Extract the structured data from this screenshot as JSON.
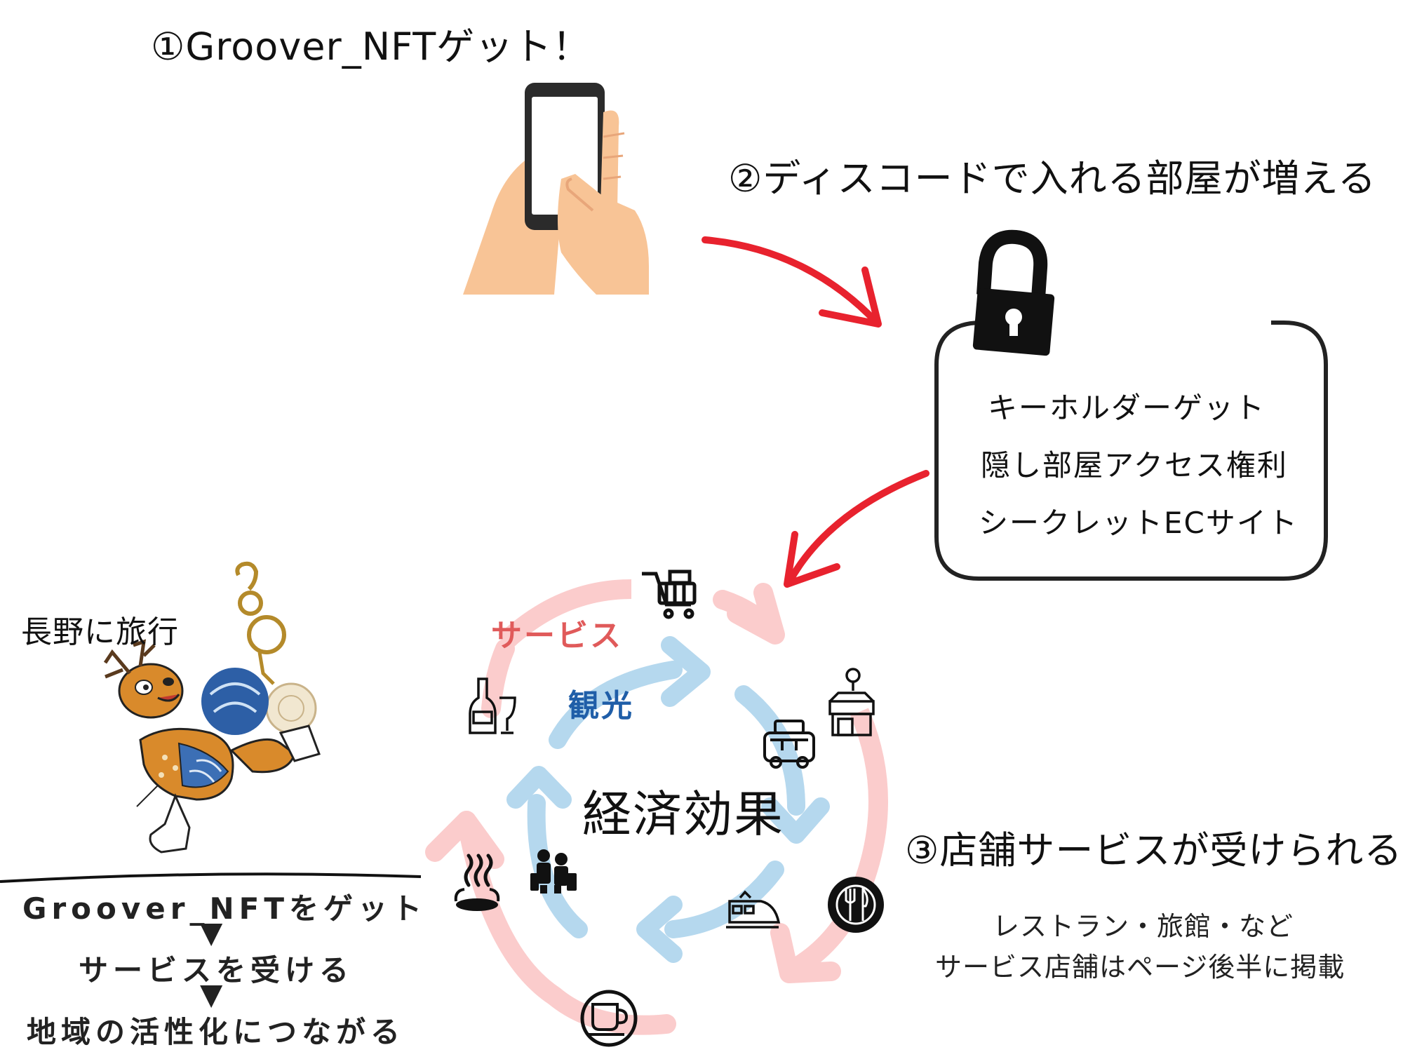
{
  "steps": {
    "step1": "①Groover_NFTゲット！",
    "step2": "②ディスコードで入れる部屋が増える",
    "step3": "③店舗サービスが受けられる"
  },
  "benefits": [
    "キーホルダーゲット",
    "隠し部屋アクセス権利",
    "シークレットECサイト"
  ],
  "travel_label": "長野に旅行",
  "flow": [
    "Groover_NFTをゲット",
    "▼",
    "サービスを受ける",
    "▼",
    "地域の活性化につながる"
  ],
  "cycle": {
    "center": "経済効果",
    "outer_label": "サービス",
    "inner_label": "観光",
    "outer_color": "#fbcccc",
    "inner_color": "#b5d8ee",
    "outer_label_color": "#e05a5a",
    "inner_label_color": "#1f5ea8"
  },
  "store_notes": [
    "レストラン・旅館・など",
    "サービス店舗はページ後半に掲載"
  ],
  "arrow_color": "#e8222e",
  "icons": [
    "smartphone-hands-icon",
    "lock-icon",
    "shopping-cart-icon",
    "wine-icon",
    "shop-icon",
    "camper-van-icon",
    "restaurant-icon",
    "hot-spring-icon",
    "travelers-icon",
    "train-icon",
    "coffee-cup-icon",
    "deer-mascot-keychain-icon"
  ]
}
